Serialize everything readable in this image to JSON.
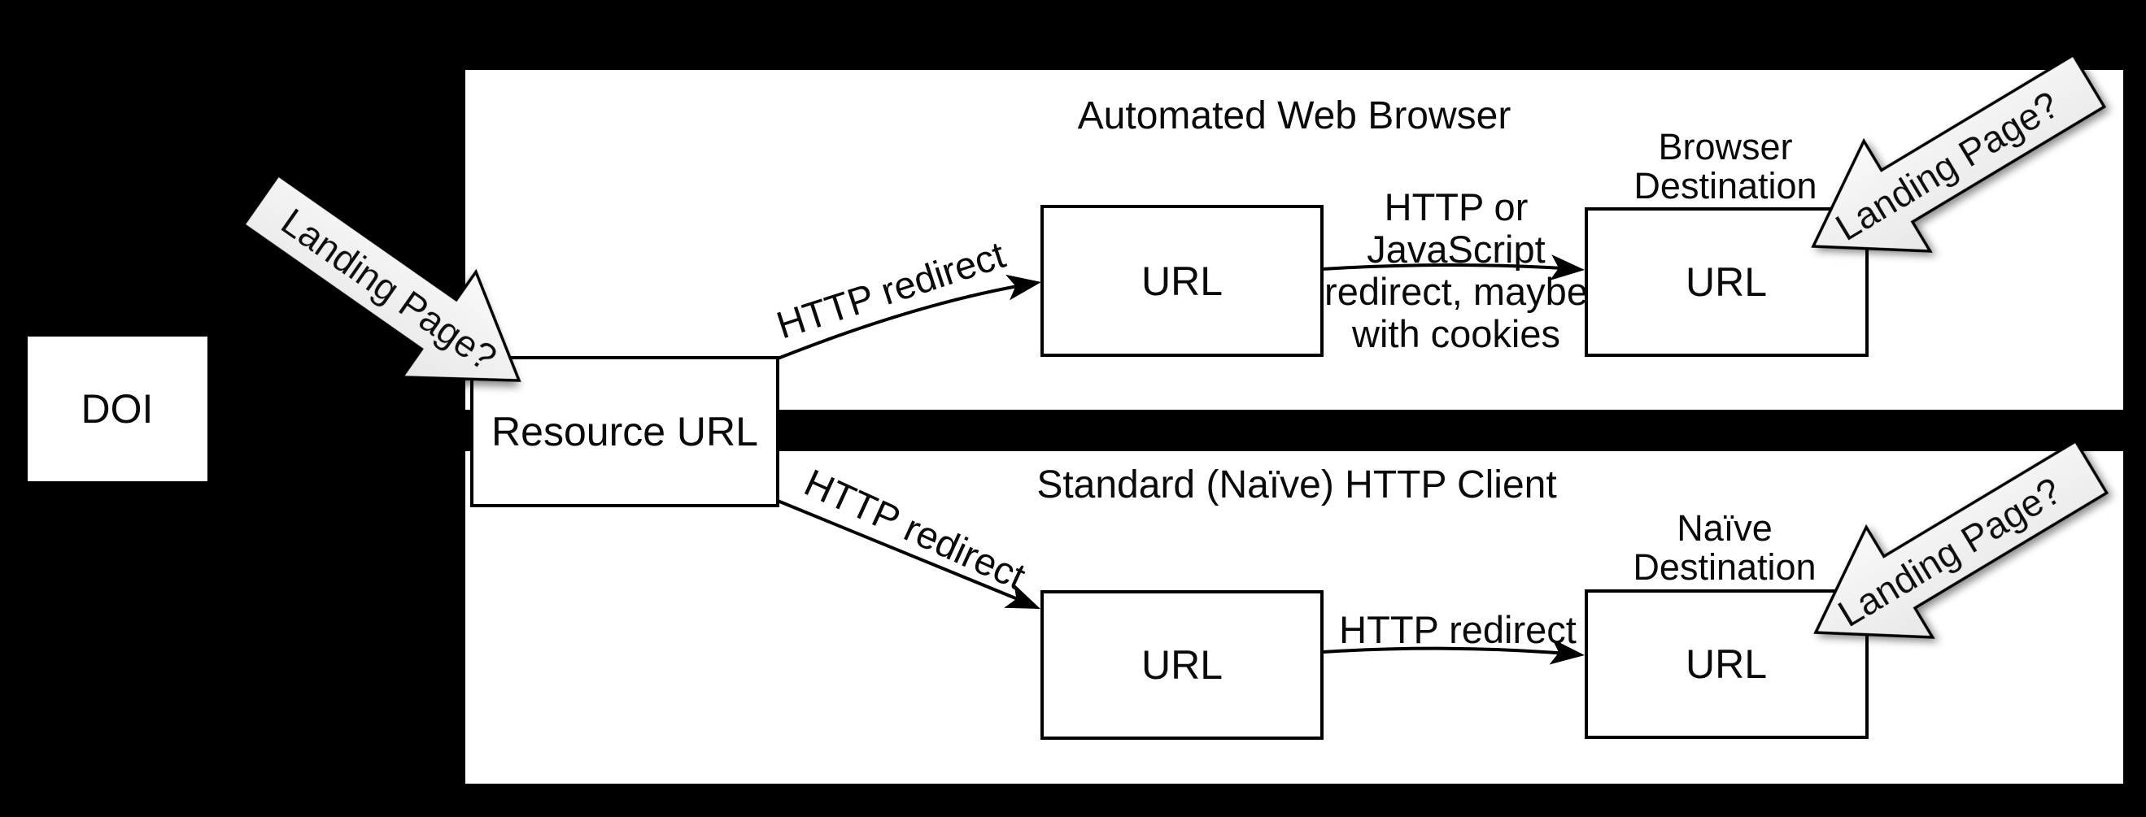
{
  "colors": {
    "background": "#000000",
    "panel": "#ffffff",
    "box_fill": "#ffffff",
    "stroke": "#000000",
    "text": "#0a0a0a",
    "block_arrow_light": "#f8f8f8",
    "block_arrow_dark": "#e7e7e7"
  },
  "doi_box": {
    "label": "DOI"
  },
  "resource_box": {
    "label": "Resource URL"
  },
  "landing_arrows": {
    "left": {
      "label": "Landing Page?"
    },
    "top_right": {
      "label": "Landing Page?"
    },
    "bottom_right": {
      "label": "Landing Page?"
    }
  },
  "browser_panel": {
    "title": "Automated Web Browser",
    "redirect_label": "HTTP redirect",
    "url_box": {
      "label": "URL"
    },
    "second_redirect_lines": [
      "HTTP or",
      "JavaScript",
      "redirect, maybe",
      "with cookies"
    ],
    "destination_caption": [
      "Browser",
      "Destination"
    ],
    "destination_box": {
      "label": "URL"
    }
  },
  "naive_panel": {
    "title": "Standard (Naïve) HTTP Client",
    "redirect_label_left": "HTTP redirect",
    "url_box": {
      "label": "URL"
    },
    "redirect_label_right": "HTTP redirect",
    "destination_caption": [
      "Naïve",
      "Destination"
    ],
    "destination_box": {
      "label": "URL"
    }
  }
}
